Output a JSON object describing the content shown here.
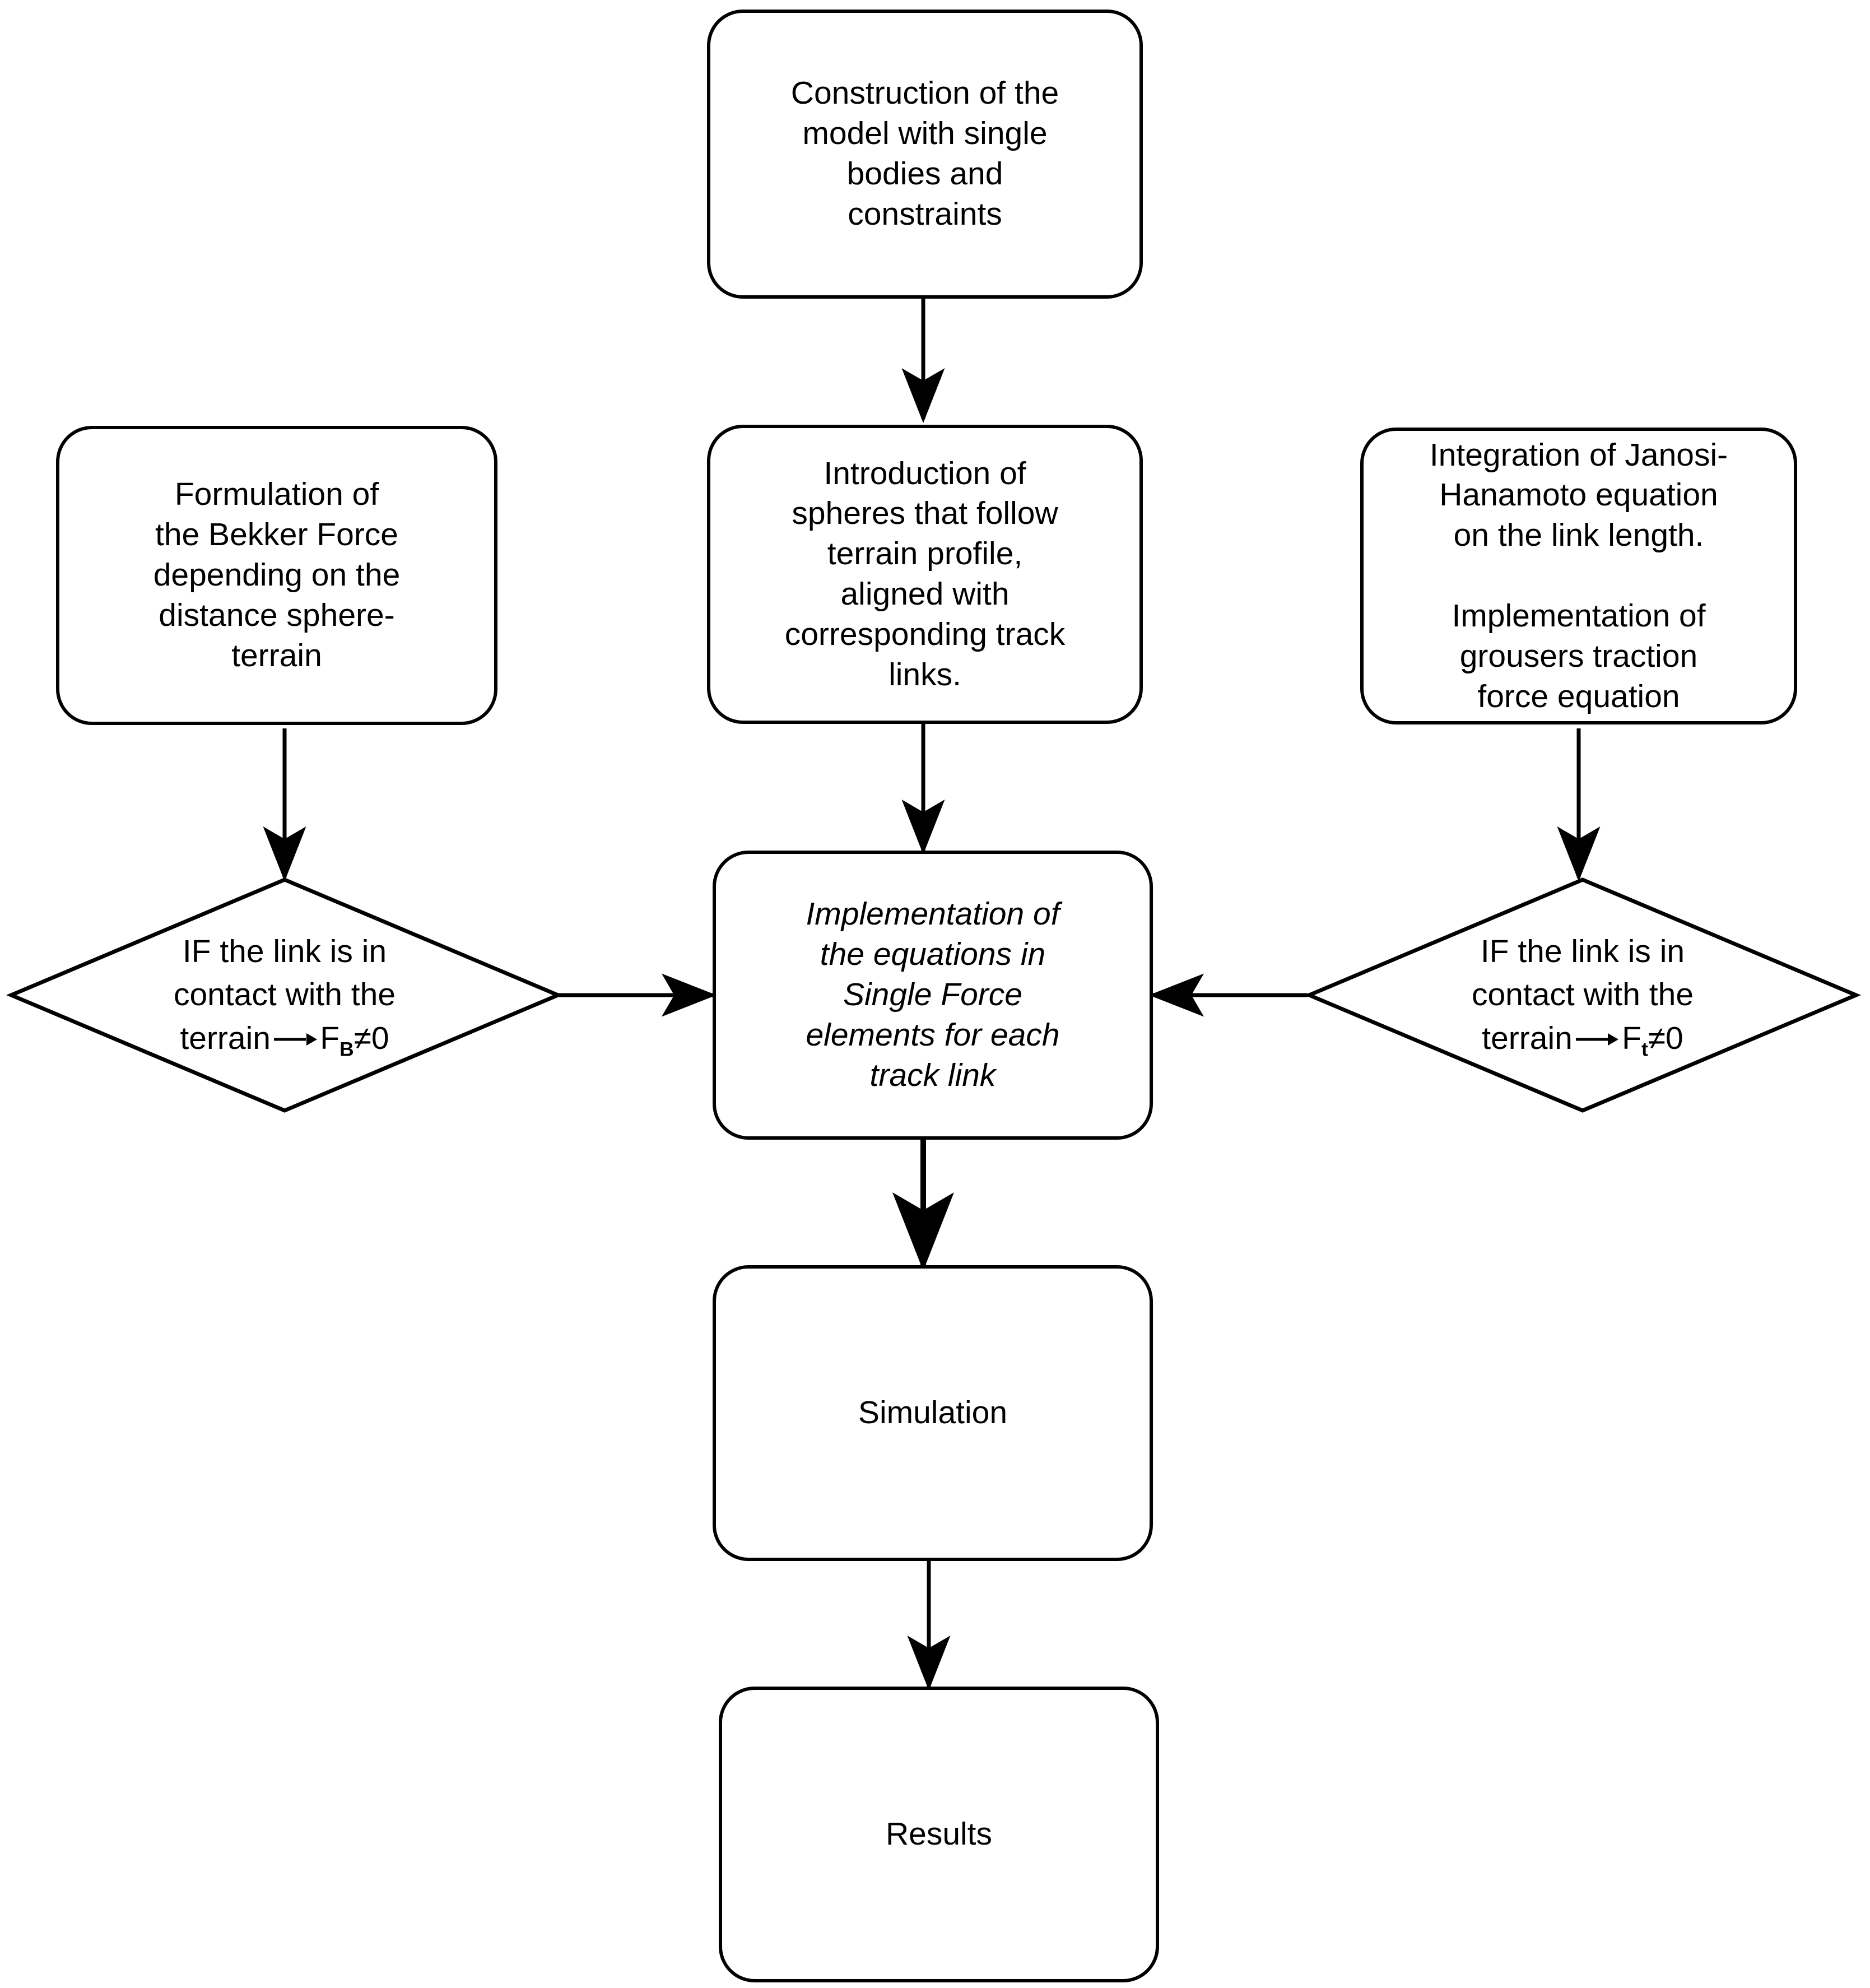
{
  "diagram": {
    "type": "flowchart",
    "title": "",
    "background_color": "#ffffff",
    "stroke_color": "#000000",
    "nodes": {
      "construction": {
        "shape": "rounded-rect",
        "text": "Construction of the\nmodel with single\nbodies and\nconstraints"
      },
      "bekker": {
        "shape": "rounded-rect",
        "text": "Formulation of\nthe Bekker Force\ndepending on the\ndistance sphere-\nterrain"
      },
      "spheres": {
        "shape": "rounded-rect",
        "text": "Introduction of\nspheres that follow\nterrain profile,\naligned with\ncorresponding track\nlinks."
      },
      "janosi": {
        "shape": "rounded-rect",
        "text": "Integration of Janosi-\nHanamoto equation\non the link length.\n\nImplementation of\ngrousers traction\nforce equation"
      },
      "decision_left": {
        "shape": "diamond",
        "line1": "IF the link is in",
        "line2": "contact with the",
        "line3_pre": "terrain",
        "line3_symbol": "arrow-right-glyph",
        "line3_force": "F",
        "line3_subscript": "B",
        "line3_post": "≠0"
      },
      "decision_right": {
        "shape": "diamond",
        "line1": "IF the link is in",
        "line2": "contact with the",
        "line3_pre": "terrain",
        "line3_symbol": "arrow-right-glyph",
        "line3_force": "F",
        "line3_subscript": "t",
        "line3_post": "≠0"
      },
      "implementation": {
        "shape": "rounded-rect",
        "style": "italic",
        "text": "Implementation of\nthe equations in\nSingle Force\nelements for each\ntrack link"
      },
      "simulation": {
        "shape": "rounded-rect",
        "text": "Simulation"
      },
      "results": {
        "shape": "rounded-rect",
        "text": "Results"
      }
    },
    "edges": [
      {
        "from": "construction",
        "to": "spheres",
        "direction": "down"
      },
      {
        "from": "bekker",
        "to": "decision_left",
        "direction": "down"
      },
      {
        "from": "janosi",
        "to": "decision_right",
        "direction": "down"
      },
      {
        "from": "spheres",
        "to": "implementation",
        "direction": "down"
      },
      {
        "from": "decision_left",
        "to": "implementation",
        "direction": "right"
      },
      {
        "from": "decision_right",
        "to": "implementation",
        "direction": "left"
      },
      {
        "from": "implementation",
        "to": "simulation",
        "direction": "down"
      },
      {
        "from": "simulation",
        "to": "results",
        "direction": "down"
      }
    ]
  }
}
